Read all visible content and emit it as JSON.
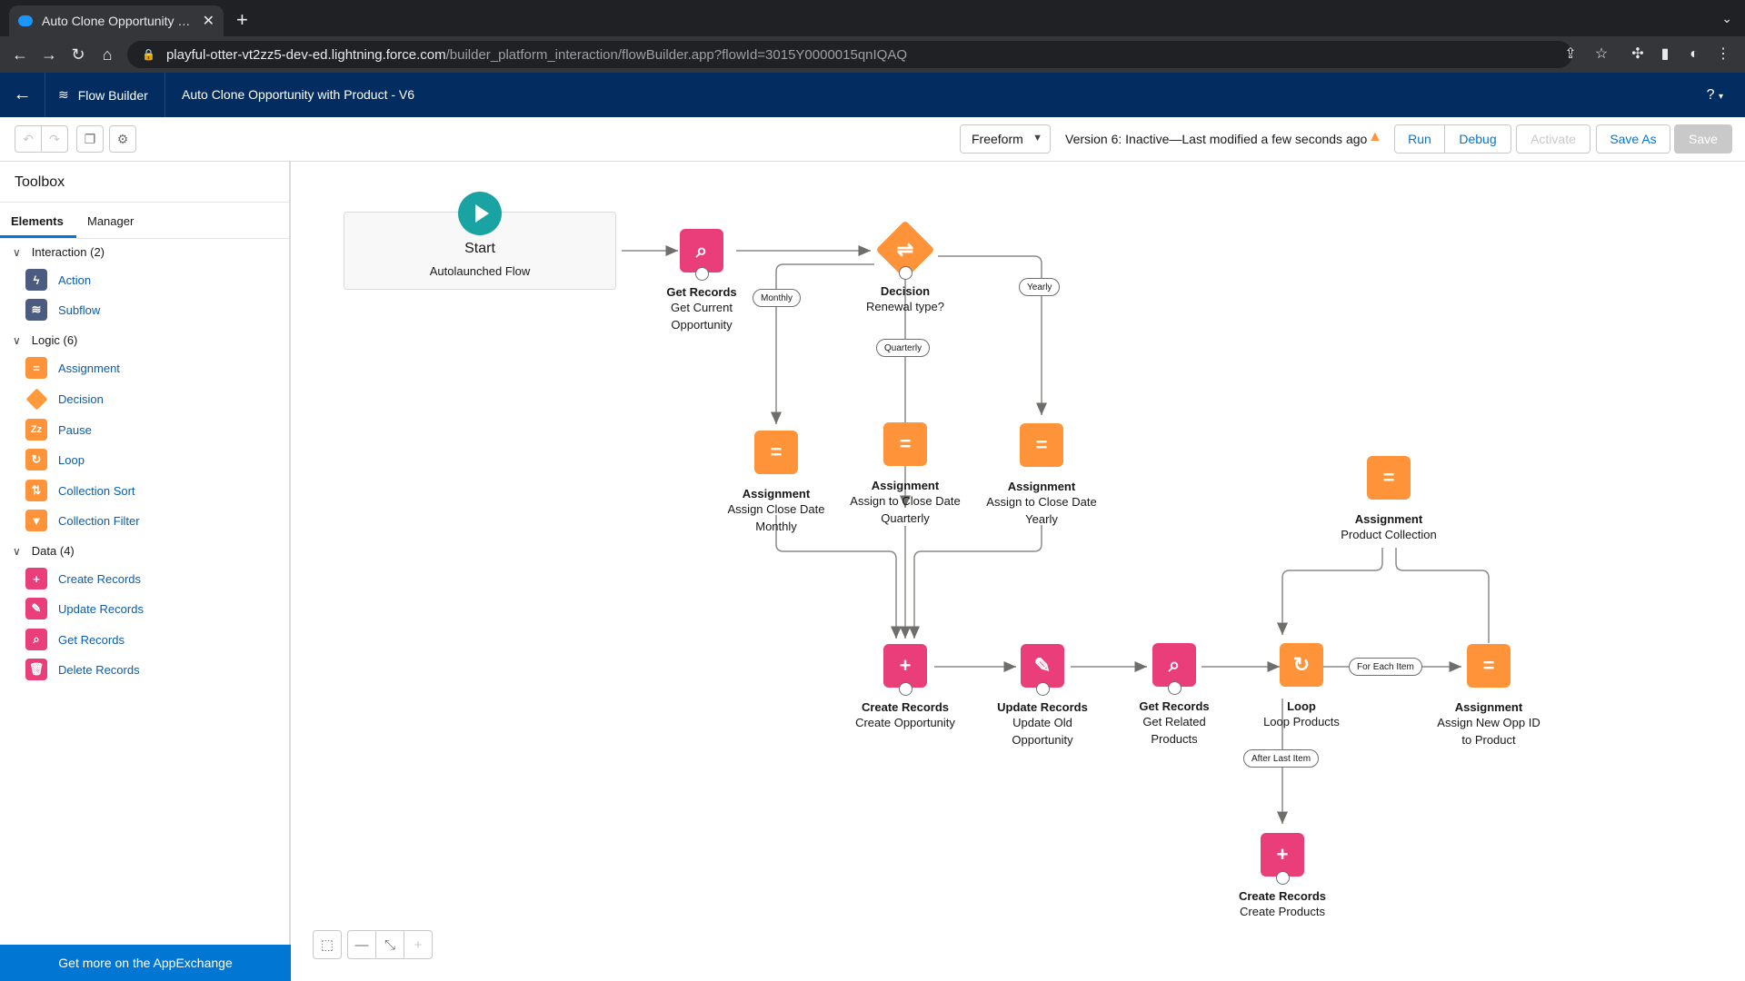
{
  "browser": {
    "tab_title": "Auto Clone Opportunity with Product",
    "url_host": "playful-otter-vt2zz5-dev-ed.lightning.force.com",
    "url_path": "/builder_platform_interaction/flowBuilder.app?flowId=3015Y0000015qnIQAQ"
  },
  "header": {
    "app_name": "Flow Builder",
    "flow_title": "Auto Clone Opportunity with Product - V6",
    "help": "?"
  },
  "toolbar": {
    "mode": "Freeform",
    "version_status": "Version 6: Inactive—Last modified a few seconds ago",
    "run": "Run",
    "debug": "Debug",
    "activate": "Activate",
    "save_as": "Save As",
    "save": "Save"
  },
  "toolbox": {
    "title": "Toolbox",
    "tab_elements": "Elements",
    "tab_manager": "Manager",
    "groups": [
      {
        "label": "Interaction (2)",
        "items": [
          {
            "label": "Action",
            "icon": "lightning-icon",
            "color": "#4b5c80"
          },
          {
            "label": "Subflow",
            "icon": "subflow-icon",
            "color": "#4b5c80"
          }
        ]
      },
      {
        "label": "Logic (6)",
        "items": [
          {
            "label": "Assignment",
            "icon": "assignment-icon",
            "color": "#fe9339"
          },
          {
            "label": "Decision",
            "icon": "decision-icon",
            "color": "#fe9339"
          },
          {
            "label": "Pause",
            "icon": "pause-icon",
            "color": "#fe9339"
          },
          {
            "label": "Loop",
            "icon": "loop-icon",
            "color": "#fe9339"
          },
          {
            "label": "Collection Sort",
            "icon": "sort-icon",
            "color": "#fe9339"
          },
          {
            "label": "Collection Filter",
            "icon": "filter-icon",
            "color": "#fe9339"
          }
        ]
      },
      {
        "label": "Data (4)",
        "items": [
          {
            "label": "Create Records",
            "icon": "create-records-icon",
            "color": "#ea3e7a"
          },
          {
            "label": "Update Records",
            "icon": "update-records-icon",
            "color": "#ea3e7a"
          },
          {
            "label": "Get Records",
            "icon": "get-records-icon",
            "color": "#ea3e7a"
          },
          {
            "label": "Delete Records",
            "icon": "delete-records-icon",
            "color": "#ea3e7a"
          }
        ]
      }
    ],
    "appexchange": "Get more on the AppExchange"
  },
  "canvas": {
    "start": {
      "title": "Start",
      "subtitle": "Autolaunched Flow"
    },
    "nodes": {
      "get_opp": {
        "type": "Get Records",
        "label1": "Get Current",
        "label2": "Opportunity"
      },
      "decision": {
        "type": "Decision",
        "label1": "Renewal type?"
      },
      "assign_monthly": {
        "type": "Assignment",
        "label1": "Assign Close Date",
        "label2": "Monthly"
      },
      "assign_quarterly": {
        "type": "Assignment",
        "label1": "Assign to Close Date",
        "label2": "Quarterly"
      },
      "assign_yearly": {
        "type": "Assignment",
        "label1": "Assign to Close Date",
        "label2": "Yearly"
      },
      "assign_collection": {
        "type": "Assignment",
        "label1": "Product Collection"
      },
      "create_opp": {
        "type": "Create Records",
        "label1": "Create Opportunity"
      },
      "update_old": {
        "type": "Update Records",
        "label1": "Update Old",
        "label2": "Opportunity"
      },
      "get_products": {
        "type": "Get Records",
        "label1": "Get Related",
        "label2": "Products"
      },
      "loop": {
        "type": "Loop",
        "label1": "Loop Products"
      },
      "assign_opp_id": {
        "type": "Assignment",
        "label1": "Assign New Opp ID",
        "label2": "to Product"
      },
      "create_products": {
        "type": "Create Records",
        "label1": "Create Products"
      }
    },
    "edge_labels": {
      "monthly": "Monthly",
      "quarterly": "Quarterly",
      "yearly": "Yearly",
      "for_each": "For Each Item",
      "after_last": "After Last Item"
    }
  }
}
